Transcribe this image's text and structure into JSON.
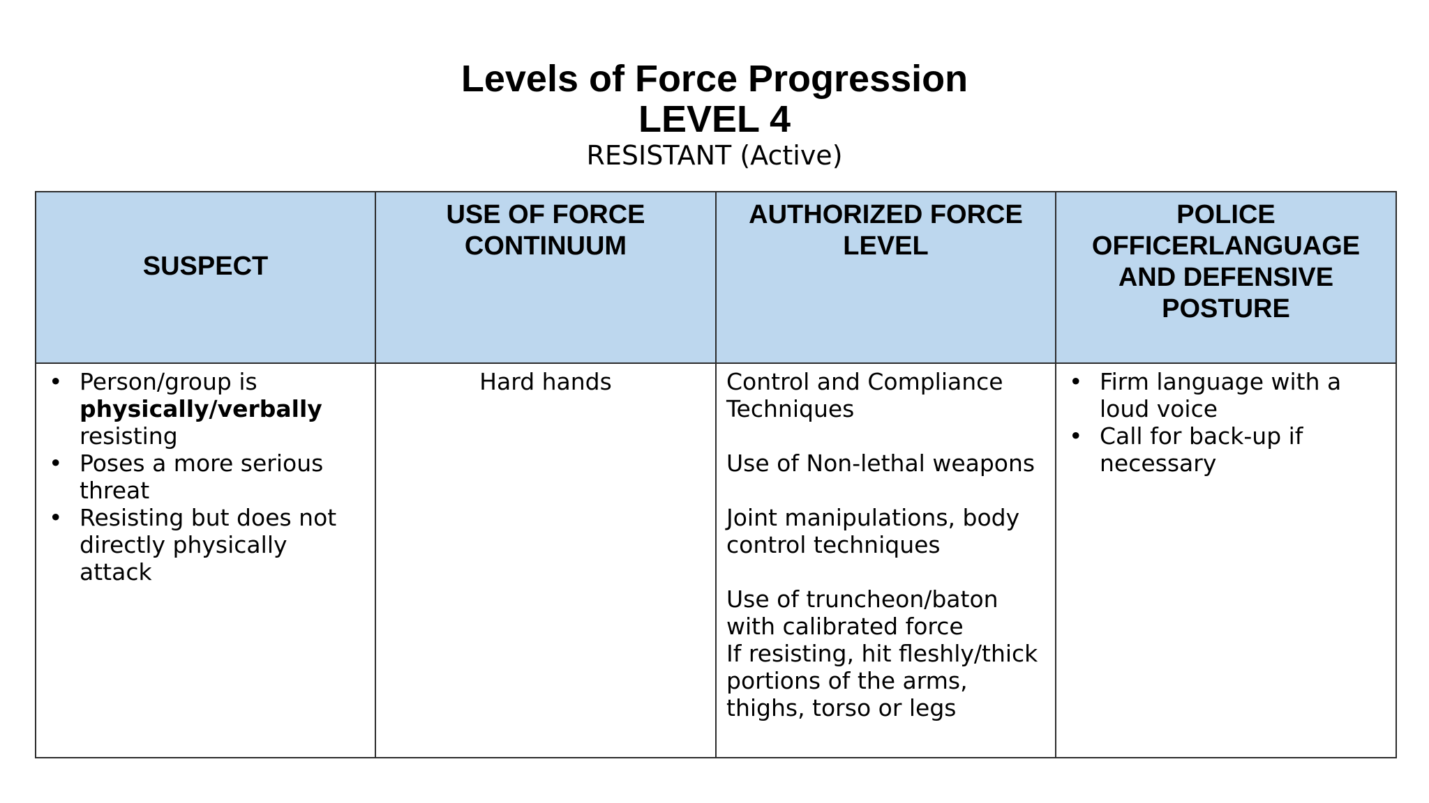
{
  "title": {
    "main": "Levels of Force Progression",
    "level": "LEVEL 4",
    "subtitle": "RESISTANT (Active)"
  },
  "table": {
    "headers": {
      "suspect": "SUSPECT",
      "continuum": "USE OF FORCE CONTINUUM",
      "authorized": "AUTHORIZED FORCE LEVEL",
      "police": "POLICE OFFICERLANGUAGE AND DEFENSIVE POSTURE"
    },
    "header_bg": "#bdd7ee",
    "suspect": {
      "item1_pre": "Person/group is ",
      "item1_bold": "physically/verbally",
      "item1_post": " resisting",
      "item2": "Poses a more serious threat",
      "item3": "Resisting but does not directly physically attack"
    },
    "continuum": "Hard hands",
    "authorized": {
      "p1": "Control and Compliance Techniques",
      "p2": "Use of Non-lethal weapons",
      "p3": "Joint manipulations, body control techniques",
      "p4": "Use of truncheon/baton with calibrated force",
      "p5": "If resisting, hit fleshly/thick portions of the arms, thighs, torso or legs"
    },
    "police": {
      "item1": "Firm language with a loud voice",
      "item2": "Call for back-up if necessary"
    }
  }
}
